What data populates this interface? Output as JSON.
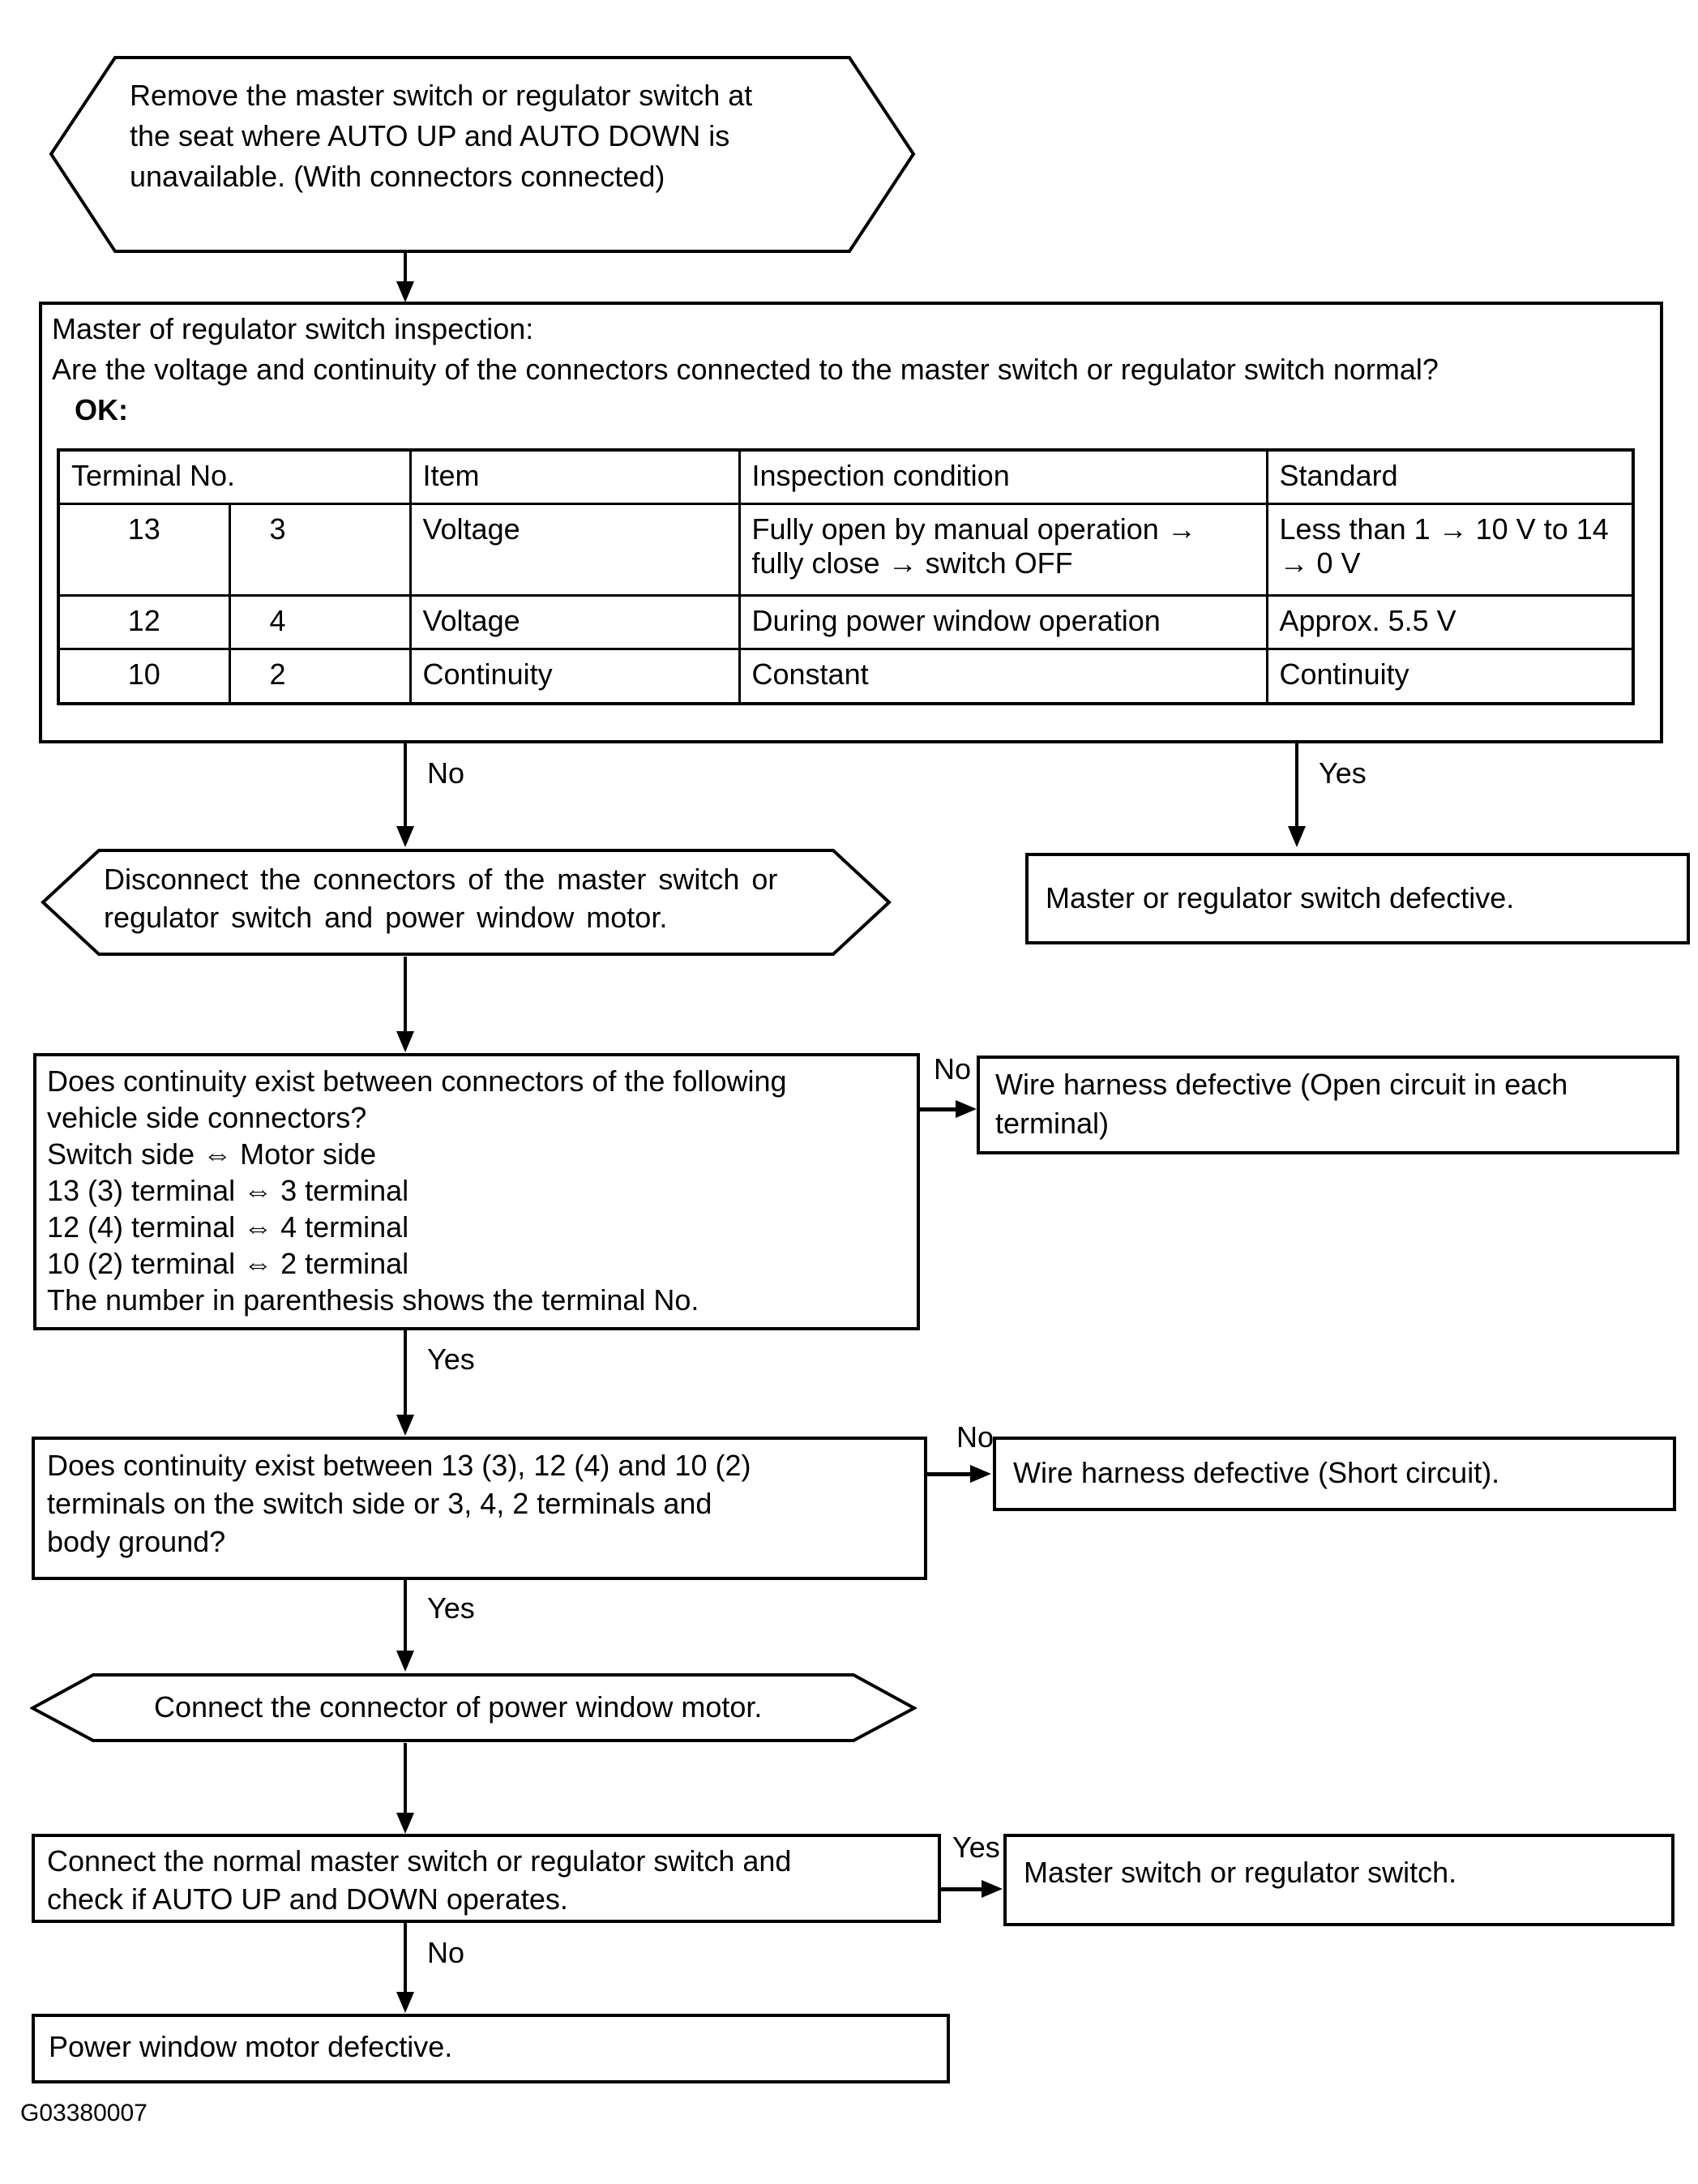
{
  "flowchart": {
    "start_hex": {
      "line1": "Remove the master switch or regulator switch at",
      "line2": "the seat where AUTO UP and AUTO DOWN is",
      "line3": "unavailable. (With connectors connected)"
    },
    "inspection_box": {
      "title": "Master of regulator switch inspection:",
      "question": "Are the voltage and continuity of the connectors connected to the master switch or regulator switch normal?",
      "ok_label": "OK:",
      "table": {
        "col_terminal": "Terminal No.",
        "col_item": "Item",
        "col_condition": "Inspection condition",
        "col_standard": "Standard",
        "rows": [
          {
            "t1": "13",
            "t2": "3",
            "item": "Voltage",
            "condition": "Fully open by manual operation → fully close → switch OFF",
            "standard": "Less than 1 → 10 V to 14 → 0 V"
          },
          {
            "t1": "12",
            "t2": "4",
            "item": "Voltage",
            "condition": "During power window operation",
            "standard": "Approx. 5.5 V"
          },
          {
            "t1": "10",
            "t2": "2",
            "item": "Continuity",
            "condition": "Constant",
            "standard": "Continuity"
          }
        ]
      }
    },
    "labels": {
      "no": "No",
      "yes": "Yes"
    },
    "disconnect_hex": {
      "line1": "Disconnect the connectors of the master switch or",
      "line2": "regulator switch and power window motor."
    },
    "master_defective_box": "Master or regulator switch defective.",
    "continuity_box": {
      "lines": [
        "Does continuity exist between connectors of the following",
        "vehicle side connectors?",
        "Switch side ⇔ Motor side",
        "13 (3) terminal ⇔ 3 terminal",
        "12 (4) terminal ⇔ 4 terminal",
        "10 (2) terminal ⇔ 2 terminal",
        "The number in parenthesis shows the terminal No."
      ]
    },
    "open_circuit_box": {
      "line1": "Wire harness defective (Open circuit in each",
      "line2": "terminal)"
    },
    "ground_box": {
      "line1": "Does continuity exist between 13 (3), 12 (4) and 10 (2)",
      "line2": "terminals on the switch side or 3, 4, 2 terminals and",
      "line3": "body ground?"
    },
    "short_circuit_box": "Wire harness defective (Short circuit).",
    "connect_motor_hex": "Connect the connector of power window motor.",
    "connect_normal_box": {
      "line1": "Connect the normal master switch or regulator switch and",
      "line2": "check if AUTO UP and DOWN operates."
    },
    "master_switch_box": "Master switch or regulator switch.",
    "motor_defective_box": "Power window motor defective.",
    "figure_id": "G03380007"
  }
}
